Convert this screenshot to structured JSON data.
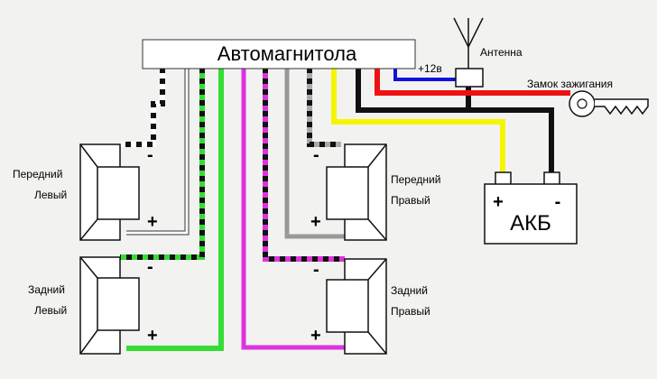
{
  "head_unit": {
    "label": "Автомагнитола"
  },
  "antenna": {
    "label": "Антенна"
  },
  "power": {
    "label": "+12в"
  },
  "ignition": {
    "label": "Замок зажигания"
  },
  "battery": {
    "label": "АКБ",
    "plus": "+",
    "minus": "-"
  },
  "speakers": {
    "front_left": {
      "line1": "Передний",
      "line2": "Левый",
      "plus": "+",
      "minus": "-"
    },
    "front_right": {
      "line1": "Передний",
      "line2": "Правый",
      "plus": "+",
      "minus": "-"
    },
    "rear_left": {
      "line1": "Задний",
      "line2": "Левый",
      "plus": "+",
      "minus": "-"
    },
    "rear_right": {
      "line1": "Задний",
      "line2": "Правый",
      "plus": "+",
      "minus": "-"
    }
  },
  "colors": {
    "front_left_wire": "#ffffff",
    "front_right_wire": "#999999",
    "rear_left_wire": "#33dd33",
    "rear_right_wire": "#dd33dd",
    "battery_plus_wire": "#f5f500",
    "battery_minus_wire": "#111111",
    "ignition_wire": "#ee1111",
    "antenna_power_wire": "#1111dd"
  }
}
